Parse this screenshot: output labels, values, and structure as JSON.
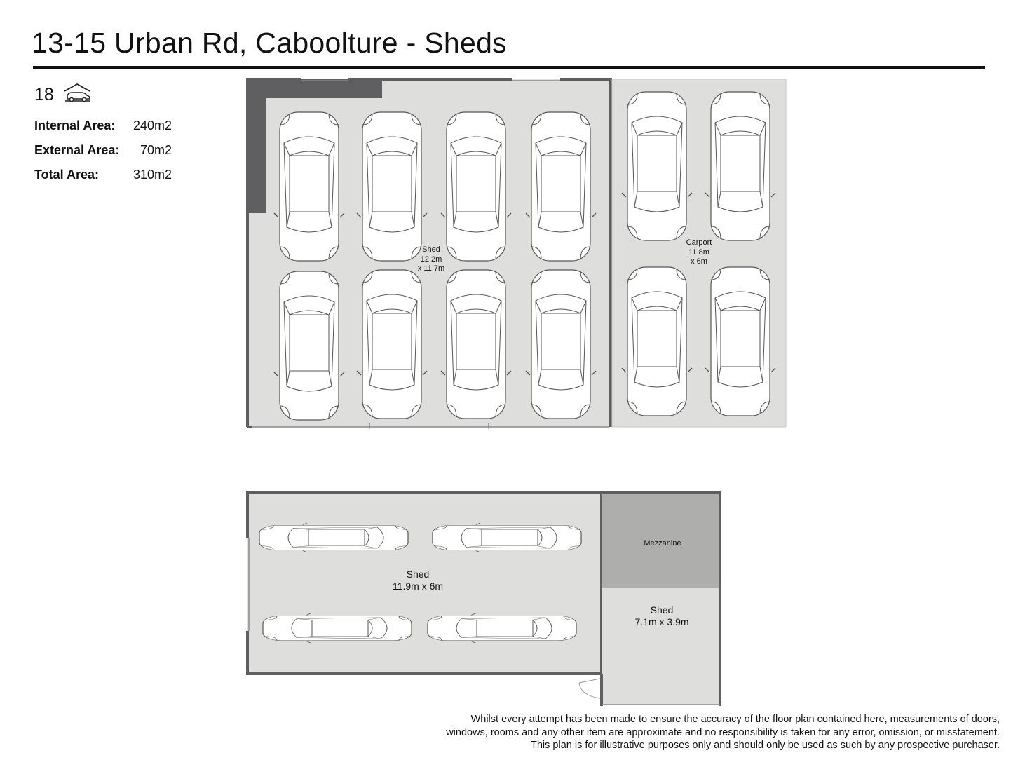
{
  "header": {
    "title": "13-15 Urban Rd, Caboolture - Sheds"
  },
  "summary": {
    "parking_count": "18",
    "parking_icon": "car-garage-icon",
    "areas": [
      {
        "label": "Internal Area:",
        "value": "240m2"
      },
      {
        "label": "External Area:",
        "value": "70m2"
      },
      {
        "label": "Total Area:",
        "value": "310m2"
      }
    ]
  },
  "rooms": {
    "main_shed": {
      "name": "Shed",
      "dim1": "12.2m",
      "dim2": "x 11.7m",
      "car_count": 8
    },
    "carport": {
      "name": "Carport",
      "dim1": "11.8m",
      "dim2": "x 6m",
      "car_count": 4
    },
    "lower_shed": {
      "name": "Shed",
      "dim1": "11.9m x 6m",
      "car_count": 4
    },
    "mezzanine": {
      "name": "Mezzanine"
    },
    "small_shed": {
      "name": "Shed",
      "dim1": "7.1m x 3.9m"
    }
  },
  "colors": {
    "floor": "#dedfdd",
    "wall": "#5f5f61",
    "mezzanine": "#aeaeac",
    "car_fill": "#ffffff",
    "car_stroke": "#555555"
  },
  "disclaimer": [
    "Whilst every attempt has been made to ensure the accuracy of the floor plan contained here, measurements of doors,",
    "windows, rooms and any other item are approximate and no responsibility is taken for any error, omission, or misstatement.",
    "This plan is for illustrative purposes only and should only be used as such by any prospective purchaser."
  ]
}
